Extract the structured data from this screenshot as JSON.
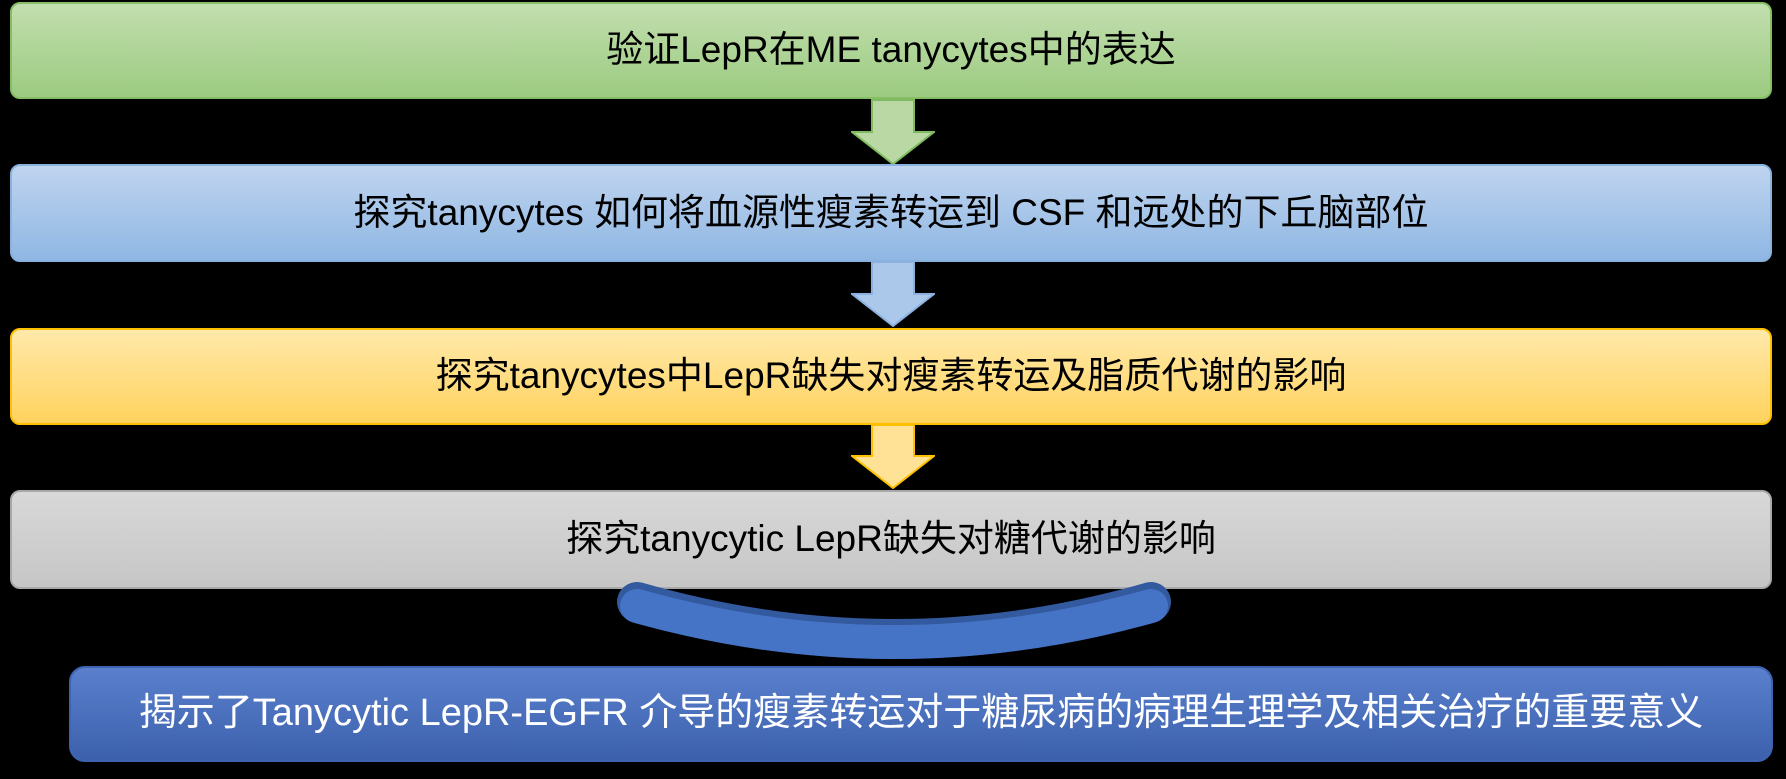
{
  "page": {
    "background_color": "#000000",
    "description_text": ""
  },
  "flowchart": {
    "steps": [
      {
        "label": "验证LepR在ME tanycytes中的表达",
        "fill_top": "#C2DEAF",
        "fill_bottom": "#9CCB80",
        "border": "#86BE65",
        "text_color": "#000000"
      },
      {
        "label": "探究tanycytes 如何将血源性瘦素转运到 CSF 和远处的下丘脑部位",
        "fill_top": "#BFD4EF",
        "fill_bottom": "#8FB7E3",
        "border": "#89B2DF",
        "text_color": "#000000"
      },
      {
        "label": "探究tanycytes中LepR缺失对瘦素转运及脂质代谢的影响",
        "fill_top": "#FFE9AA",
        "fill_bottom": "#FFD25D",
        "border": "#FFC000",
        "text_color": "#000000"
      },
      {
        "label": "探究tanycytic LepR缺失对糖代谢的影响",
        "fill_top": "#D8D8D8",
        "fill_bottom": "#C6C6C6",
        "border": "#A8A8A8",
        "text_color": "#000000"
      },
      {
        "label": "揭示了Tanycytic LepR-EGFR 介导的瘦素转运对于糖尿病的病理生理学及相关治疗的重要意义",
        "fill_top": "#5A80CD",
        "fill_bottom": "#3C60AC",
        "border": "#3E63B0",
        "text_color": "#FFFFFF"
      }
    ],
    "connectors": [
      {
        "name": "down-arrow-green",
        "fill": "#B9D8A4",
        "stroke": "#7FBB5E"
      },
      {
        "name": "down-arrow-blue",
        "fill": "#ABC8EB",
        "stroke": "#8CB1DF"
      },
      {
        "name": "down-arrow-yellow",
        "fill": "#FFE295",
        "stroke": "#FFC000"
      },
      {
        "name": "curved-arrow-blue",
        "fill": "#4573C6",
        "stroke": "#33599F"
      }
    ]
  }
}
